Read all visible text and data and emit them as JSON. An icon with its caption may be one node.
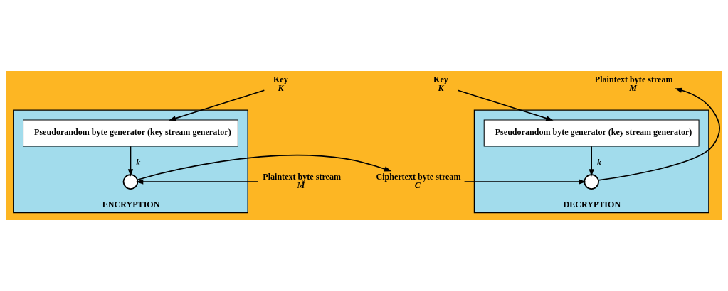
{
  "diagram": {
    "nodes": [
      {
        "text": [
          "Key",
          "K"
        ]
      },
      {
        "text": [
          "ENCRYPTION"
        ]
      },
      {
        "text": [
          "Pseudorandom byte generator (key stream generator)"
        ],
        "in": 1
      },
      {
        "text": [],
        "shape": "circle",
        "in": 1
      },
      {
        "text": [
          "Plaintext byte stream",
          "M"
        ]
      },
      {
        "text": [
          "Ciphertext byte stream",
          "C"
        ]
      },
      {
        "text": [
          "Key",
          "K"
        ]
      },
      {
        "text": [
          "DECRYPTION"
        ]
      },
      {
        "text": [
          "Pseudorandom byte generator (key stream generator)"
        ],
        "in": 7
      },
      {
        "text": [],
        "shape": "circle",
        "in": 7
      },
      {
        "text": [
          "Plaintext byte stream",
          "M"
        ]
      }
    ],
    "edges": [
      {
        "from": 0,
        "to": 2,
        "arrow": "to"
      },
      {
        "from": 2,
        "to": 3,
        "arrow": "to",
        "label": "k"
      },
      {
        "from": 4,
        "to": 3,
        "arrow": "to"
      },
      {
        "from": 3,
        "to": 5,
        "arrow": "to"
      },
      {
        "from": 6,
        "to": 8,
        "arrow": "to"
      },
      {
        "from": 8,
        "to": 9,
        "arrow": "to",
        "label": "k"
      },
      {
        "from": 5,
        "to": 9,
        "arrow": "to"
      },
      {
        "from": 9,
        "to": 10,
        "arrow": "to"
      }
    ]
  }
}
